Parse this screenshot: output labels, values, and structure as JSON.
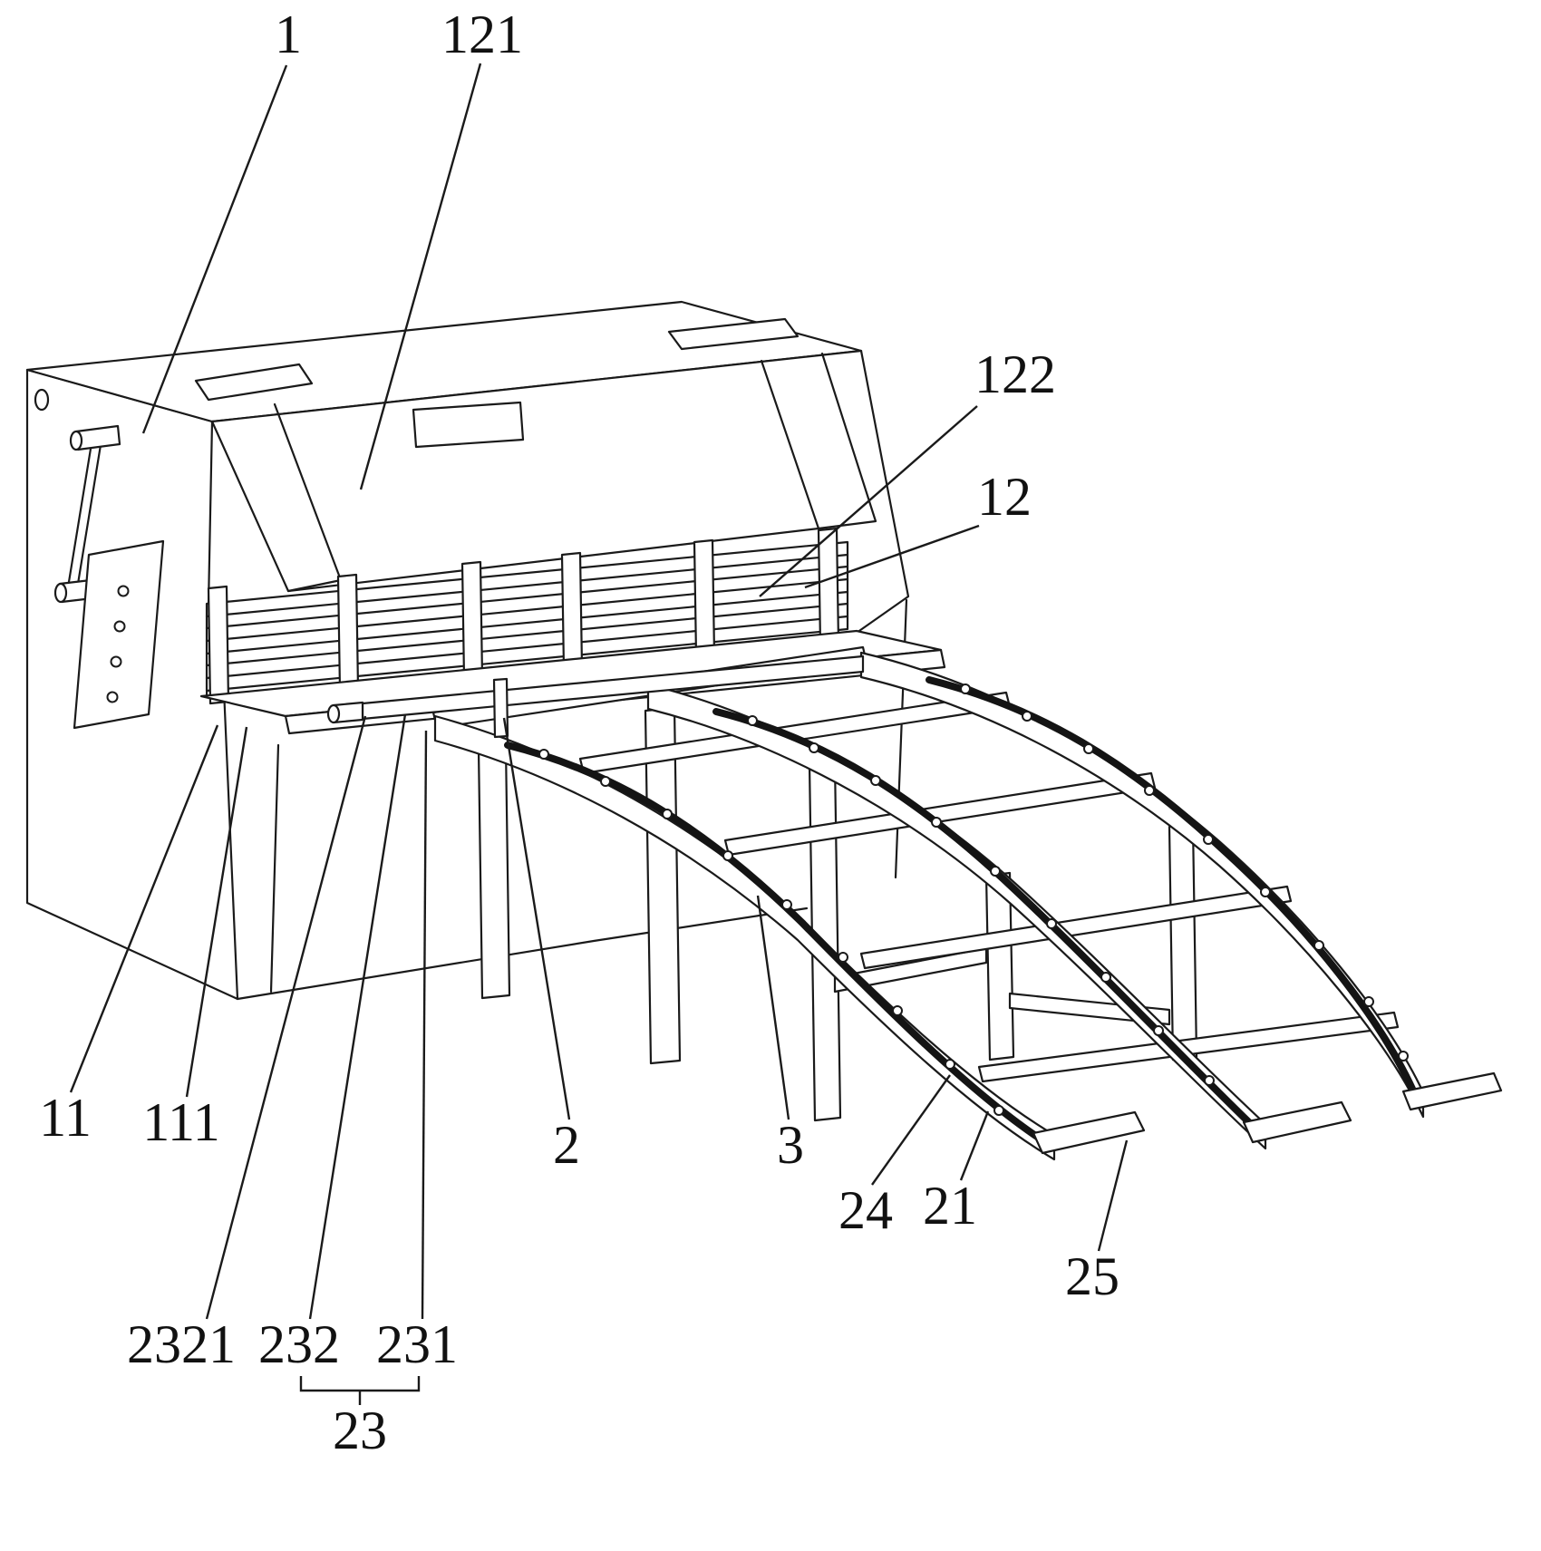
{
  "figure": {
    "colors": {
      "background": "#ffffff",
      "line": "#1a1a1a",
      "slot": "#141414",
      "label": "#111111"
    },
    "labels": [
      {
        "id": "1",
        "text": "1"
      },
      {
        "id": "121",
        "text": "121"
      },
      {
        "id": "122",
        "text": "122"
      },
      {
        "id": "12",
        "text": "12"
      },
      {
        "id": "11",
        "text": "11"
      },
      {
        "id": "111",
        "text": "111"
      },
      {
        "id": "2321",
        "text": "2321"
      },
      {
        "id": "232",
        "text": "232"
      },
      {
        "id": "231",
        "text": "231"
      },
      {
        "id": "23",
        "text": "23"
      },
      {
        "id": "2",
        "text": "2"
      },
      {
        "id": "3",
        "text": "3"
      },
      {
        "id": "24",
        "text": "24"
      },
      {
        "id": "21",
        "text": "21"
      },
      {
        "id": "25",
        "text": "25"
      }
    ]
  }
}
